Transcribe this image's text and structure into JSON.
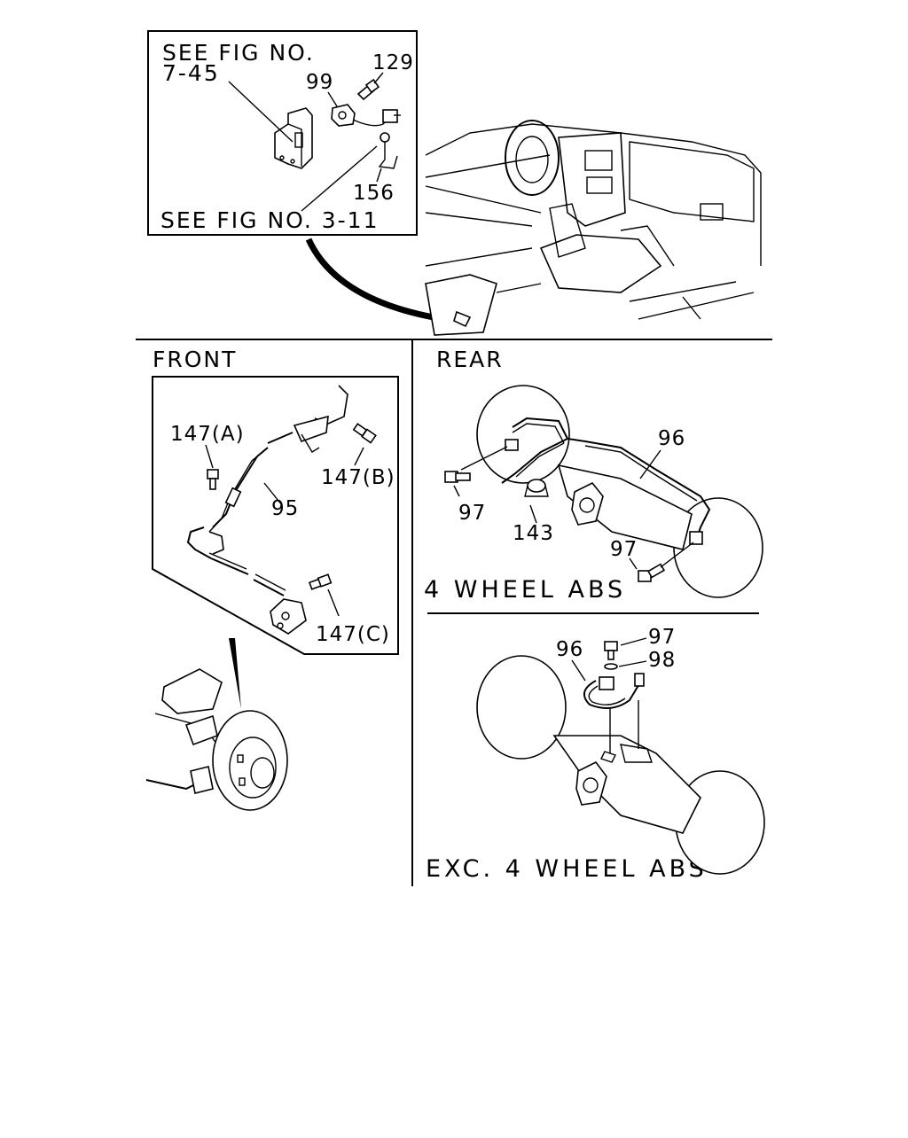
{
  "inset": {
    "see_fig_top_line1": "SEE FIG NO.",
    "see_fig_top_line2": "7-45",
    "see_fig_bottom": "SEE FIG NO. 3-11",
    "part_99": "99",
    "part_129": "129",
    "part_156": "156"
  },
  "front": {
    "title": "FRONT",
    "part_147a": "147(A)",
    "part_147b": "147(B)",
    "part_147c": "147(C)",
    "part_95": "95"
  },
  "rear": {
    "title": "REAR",
    "abs4": {
      "caption": "4 WHEEL ABS",
      "part_96": "96",
      "part_97_left": "97",
      "part_97_right": "97",
      "part_143": "143"
    },
    "exc": {
      "caption": "EXC. 4 WHEEL ABS",
      "part_96": "96",
      "part_97": "97",
      "part_98": "98"
    }
  }
}
